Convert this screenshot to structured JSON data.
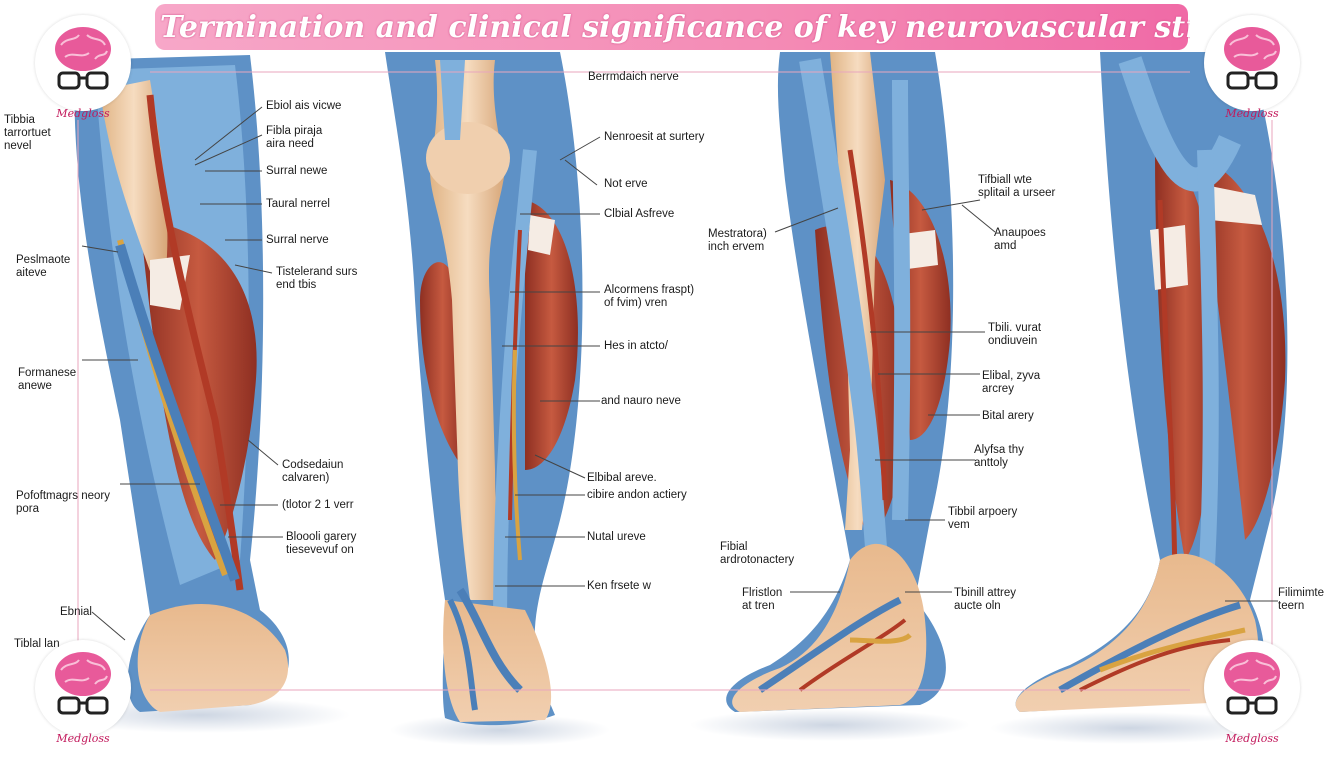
{
  "title": "Termination and clinical significance of key neurovascular structures",
  "brand": "Medgloss",
  "colors": {
    "title_bar": "#f48bb5",
    "brand_pink": "#c2185b",
    "vessel_blue": "#6fa3d3",
    "muscle_red": "#b84a35",
    "skin": "#ecc29b"
  },
  "labels": {
    "panel1": [
      "Tibbia\ntarrortuet\nnevel",
      "Ebiol ais vicwe",
      "Fibla piraja\naira need",
      "Surral newe",
      "Taural nerrel",
      "Surral nerve",
      "Peslmaote\naiteve",
      "Tistelerand surs\nend tbis",
      "Formanese\nanewe",
      "Codsedaiun\ncalvaren)",
      "Pofoftmagrs neory\npora",
      "(tlotor 2 1 verr",
      "Bloooli garery\ntiesevevuf on",
      "Ebnial",
      "Tiblal lan"
    ],
    "panel2": [
      "Berrmdaich nerve",
      "Nenroesit at surtery",
      "Not erve",
      "Clbial Asfreve",
      "Alcormens fraspt)\nof fvim) vren",
      "Hes in atcto/",
      "and nauro neve",
      "Elbibal areve.",
      "cibire andon actiery",
      "Nutal ureve",
      "Ken frsete w"
    ],
    "panel3": [
      "Mestratora)\ninch ervem",
      "Tifbiall wte\nsplitail a urseer",
      "Anaupoes\namd",
      "Tbili. vurat\nondiuvein",
      "Elibal, zyva\narcrey",
      "Bital arery",
      "Alyfsa thy\nanttoly",
      "Tibbil arpoery\nvem",
      "Fibial\nardrotonactery",
      "Flristlon\nat tren",
      "Tbinill attrey\naucte oln",
      "Filimimte\nteern"
    ]
  }
}
